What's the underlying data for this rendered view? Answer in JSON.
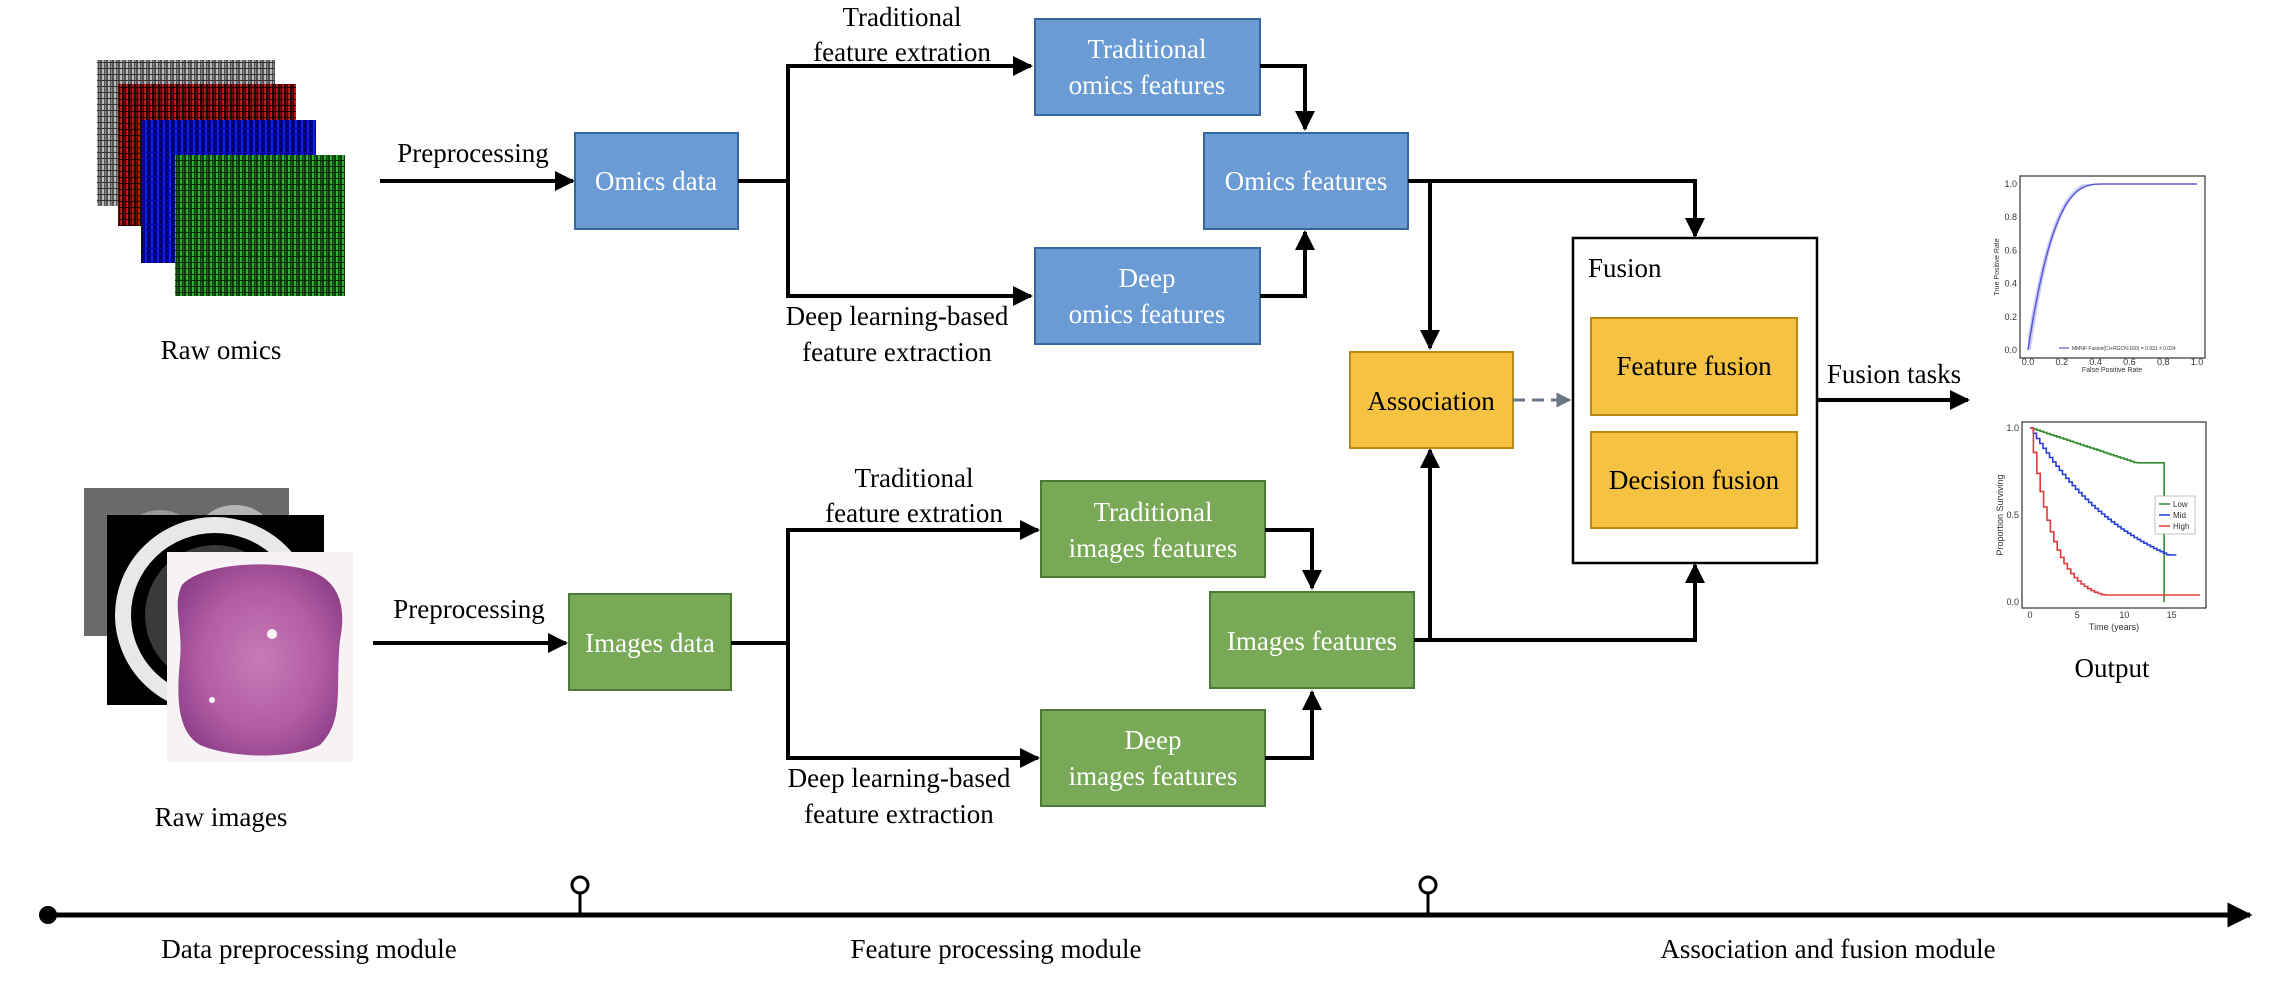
{
  "colors": {
    "blue": "#6b9bd4",
    "blue_border": "#35669e",
    "green": "#78a957",
    "green_border": "#4f7a35",
    "orange": "#f5c242",
    "orange_border": "#b78b13",
    "km_low": "#2e8b2e",
    "km_mid": "#2340d8",
    "km_high": "#e23a3a",
    "roc_fill": "#c9c9f2",
    "roc_line": "#5a5ad8"
  },
  "inputs": {
    "raw_omics": "Raw omics",
    "raw_images": "Raw images",
    "preprocessing_top": "Preprocessing",
    "preprocessing_bottom": "Preprocessing"
  },
  "omics": {
    "data": "Omics data",
    "trad_extract_1": "Traditional",
    "trad_extract_2": "feature extration",
    "deep_extract_1": "Deep learning-based",
    "deep_extract_2": "feature extraction",
    "trad_features_1": "Traditional",
    "trad_features_2": "omics features",
    "deep_features_1": "Deep",
    "deep_features_2": "omics features",
    "features": "Omics features"
  },
  "images": {
    "data": "Images data",
    "trad_extract_1": "Traditional",
    "trad_extract_2": "feature extration",
    "deep_extract_1": "Deep learning-based",
    "deep_extract_2": "feature extraction",
    "trad_features_1": "Traditional",
    "trad_features_2": "images features",
    "deep_features_1": "Deep",
    "deep_features_2": "images features",
    "features": "Images features"
  },
  "fusion": {
    "association": "Association",
    "title": "Fusion",
    "feature_fusion": "Feature fusion",
    "decision_fusion": "Decision fusion",
    "tasks": "Fusion tasks",
    "output": "Output"
  },
  "roc_plot": {
    "ylabel": "True Positive Rate",
    "xlabel": "False Positive Rate",
    "legend": "MMNF Fusion(CI+RGCN-160) = 0.931 ± 0.024",
    "x_ticks": [
      "0.0",
      "0.2",
      "0.4",
      "0.6",
      "0.8",
      "1.0"
    ],
    "y_ticks": [
      "0.0",
      "0.2",
      "0.4",
      "0.6",
      "0.8",
      "1.0"
    ]
  },
  "km_plot": {
    "ylabel": "Proportion Surviving",
    "xlabel": "Time (years)",
    "x_ticks": [
      "0",
      "5",
      "10",
      "15"
    ],
    "y_ticks": [
      "0.0",
      "0.5",
      "1.0"
    ],
    "legend": [
      "Low",
      "Mid",
      "High"
    ]
  },
  "timeline": {
    "module_1": "Data preprocessing module",
    "module_2": "Feature processing module",
    "module_3": "Association and fusion module"
  }
}
